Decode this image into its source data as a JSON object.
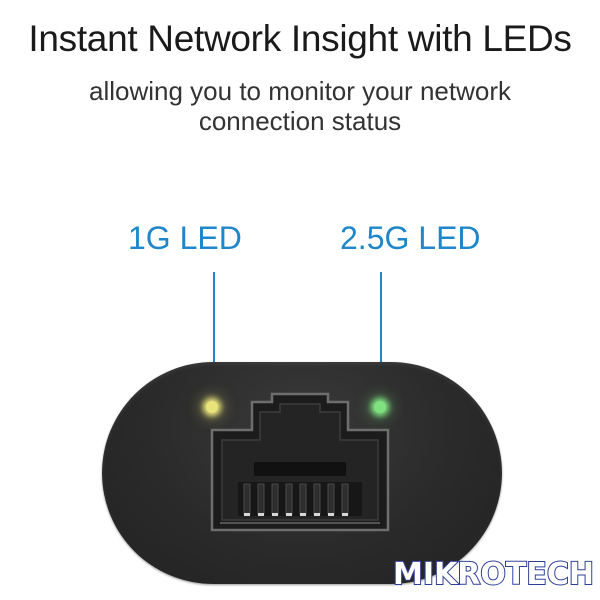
{
  "header": {
    "title": "Instant Network Insight with LEDs",
    "subtitle_line1": "allowing you to monitor your network",
    "subtitle_line2": "connection status"
  },
  "labels": {
    "led_1g": "1G LED",
    "led_25g": "2.5G LED"
  },
  "watermark": {
    "text": "MIKROTECH"
  },
  "colors": {
    "label_blue": "#1f87c9",
    "led_1g": "#e8e27a",
    "led_25g": "#7fe07f",
    "device_body": "#2a2a2a"
  },
  "icons": {
    "port": "rj45-ethernet-port-icon",
    "led_1g": "yellow-led-indicator-icon",
    "led_25g": "green-led-indicator-icon"
  }
}
